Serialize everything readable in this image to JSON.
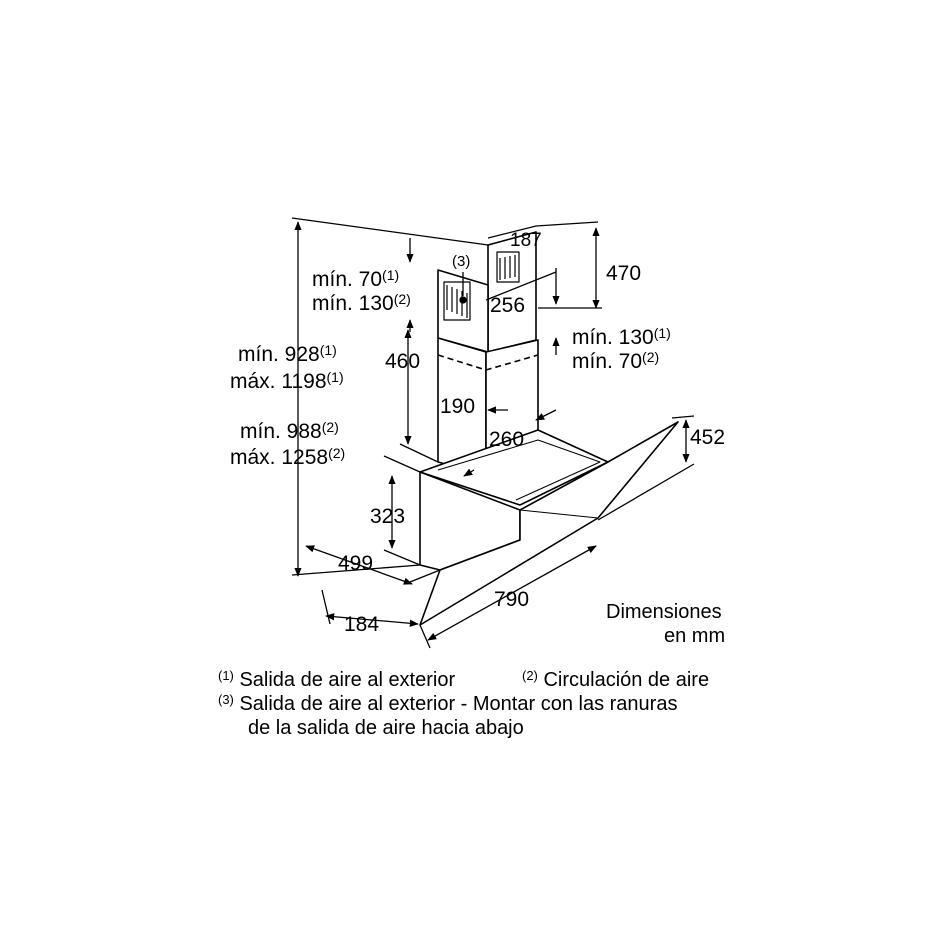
{
  "dimensions": {
    "chimney_depth": "187",
    "chimney_top_height": "470",
    "chimney_width_upper": "256",
    "chimney_section": "460",
    "chimney_depth_lower": "190",
    "chimney_width_lower": "260",
    "glass_height": "452",
    "body_height": "323",
    "body_depth": "499",
    "total_width": "790",
    "front_offset": "184"
  },
  "labels": {
    "ext_left_min": "mín. 70",
    "ext_left_min_ref": "(1)",
    "ext_left_min2": "mín. 130",
    "ext_left_min2_ref": "(2)",
    "ext_right_min": "mín. 130",
    "ext_right_min_ref": "(1)",
    "ext_right_min2": "mín. 70",
    "ext_right_min2_ref": "(2)",
    "total1_min": "mín. 928",
    "total1_min_ref": "(1)",
    "total1_max": "máx. 1198",
    "total1_max_ref": "(1)",
    "total2_min": "mín. 988",
    "total2_min_ref": "(2)",
    "total2_max": "máx. 1258",
    "total2_max_ref": "(2)",
    "callout3": "(3)"
  },
  "units_note": {
    "line1": "Dimensiones",
    "line2": "en mm"
  },
  "footnotes": {
    "note1_ref": "(1)",
    "note1_text": "Salida de aire al exterior",
    "note2_ref": "(2)",
    "note2_text": "Circulación de aire",
    "note3_ref": "(3)",
    "note3_line1": "Salida de aire al exterior - Montar con las ranuras",
    "note3_line2": "de la salida de aire hacia abajo"
  }
}
